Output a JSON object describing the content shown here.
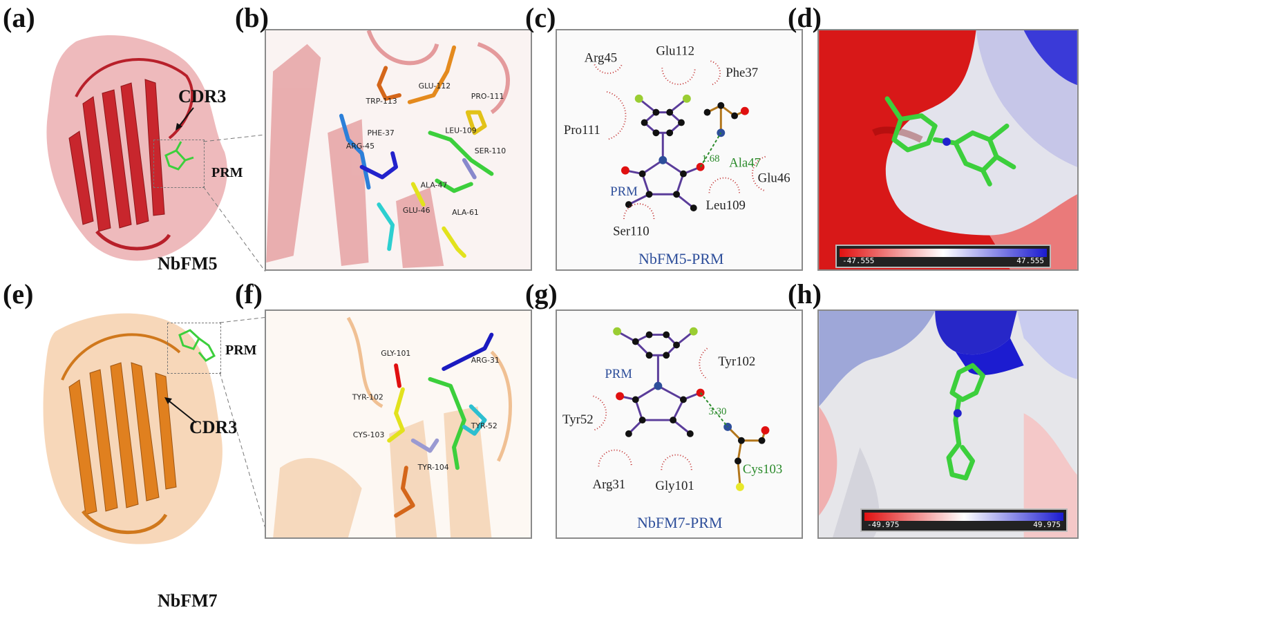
{
  "panels": {
    "a": {
      "label": "(a)",
      "protein": "NbFM5",
      "cdr": "CDR3",
      "ligand": "PRM"
    },
    "b": {
      "label": "(b)",
      "residues": [
        "TRP-113",
        "GLU-112",
        "PRO-111",
        "PHE-37",
        "LEU-109",
        "ARG-45",
        "SER-110",
        "ALA-47",
        "GLU-46",
        "ALA-61"
      ]
    },
    "c": {
      "label": "(c)",
      "title": "NbFM5-PRM",
      "ligand": "PRM",
      "hbond_residue": "Ala47",
      "distance": "1.68",
      "hydrophobic": [
        "Arg45",
        "Glu112",
        "Phe37",
        "Pro111",
        "Glu46",
        "Leu109",
        "Ser110"
      ]
    },
    "d": {
      "label": "(d)",
      "scale_min": "-47.555",
      "scale_max": "47.555"
    },
    "e": {
      "label": "(e)",
      "protein": "NbFM7",
      "cdr": "CDR3",
      "ligand": "PRM"
    },
    "f": {
      "label": "(f)",
      "residues": [
        "GLY-101",
        "ARG-31",
        "TYR-102",
        "TYR-52",
        "CYS-103",
        "TYR-104"
      ]
    },
    "g": {
      "label": "(g)",
      "title": "NbFM7-PRM",
      "ligand": "PRM",
      "hbond_residue": "Cys103",
      "distance": "3.30",
      "hydrophobic": [
        "Tyr102",
        "Tyr52",
        "Arg31",
        "Gly101"
      ]
    },
    "h": {
      "label": "(h)",
      "scale_min": "-49.975",
      "scale_max": "49.975"
    }
  },
  "colors": {
    "nbfm5": "#d8333a",
    "nbfm7": "#e8892f",
    "ligand": "#3ccf3c",
    "negative": "#e01010",
    "positive": "#1b1bd0"
  }
}
